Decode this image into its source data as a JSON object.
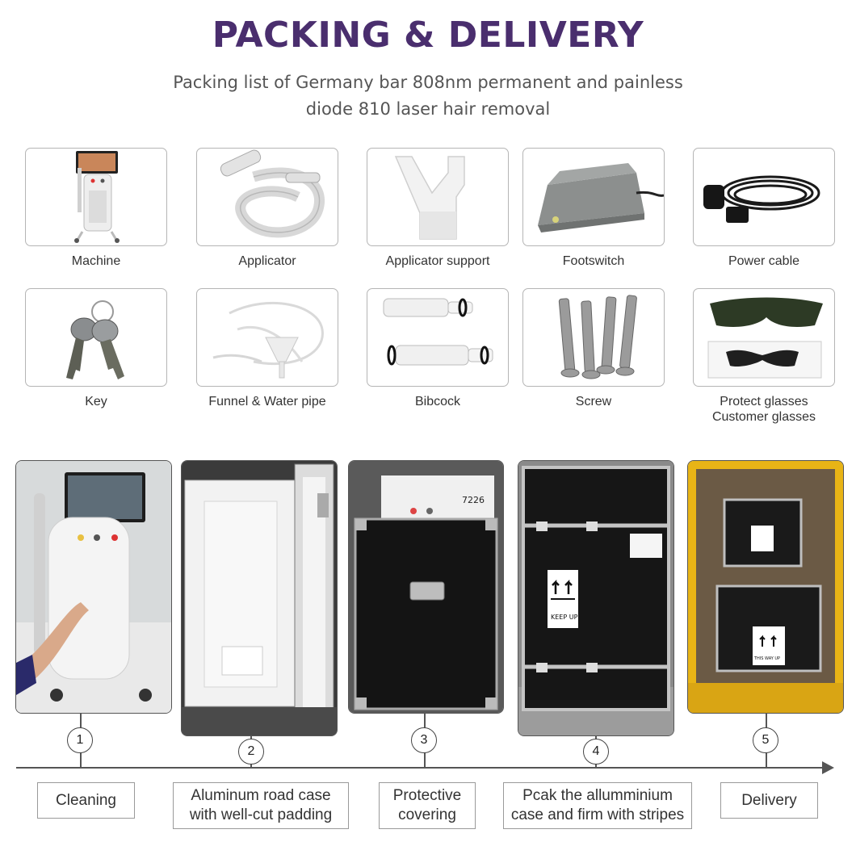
{
  "header": {
    "title": "PACKING & DELIVERY",
    "subtitle_line1": "Packing list of Germany bar 808nm permanent and painless",
    "subtitle_line2": "diode 810 laser hair removal"
  },
  "packing_list": [
    {
      "label": "Machine",
      "icon": "laser-machine-icon"
    },
    {
      "label": "Applicator",
      "icon": "handpiece-icon"
    },
    {
      "label": "Applicator support",
      "icon": "holder-icon"
    },
    {
      "label": "Footswitch",
      "icon": "footswitch-icon"
    },
    {
      "label": "Power cable",
      "icon": "power-cable-icon"
    },
    {
      "label": "Key",
      "icon": "key-icon"
    },
    {
      "label": "Funnel & Water pipe",
      "icon": "funnel-icon"
    },
    {
      "label": "Bibcock",
      "icon": "bibcock-icon"
    },
    {
      "label": "Screw",
      "icon": "screw-icon"
    },
    {
      "label": "Protect glasses",
      "label2": "Customer glasses",
      "icon": "glasses-icon"
    }
  ],
  "photo_texts": {
    "case_number": "7226",
    "keep_up": "KEEP UP",
    "this_way_up": "THIS WAY UP"
  },
  "steps": [
    {
      "number": "1",
      "line1": "Cleaning",
      "line2": ""
    },
    {
      "number": "2",
      "line1": "Aluminum road case",
      "line2": "with well-cut padding"
    },
    {
      "number": "3",
      "line1": "Protective",
      "line2": "covering"
    },
    {
      "number": "4",
      "line1": "Pcak the allumminium",
      "line2": "case and firm with stripes"
    },
    {
      "number": "5",
      "line1": "Delivery",
      "line2": ""
    }
  ],
  "colors": {
    "title": "#4a2e6e",
    "case_black": "#151515",
    "van_yellow": "#e8b416"
  }
}
